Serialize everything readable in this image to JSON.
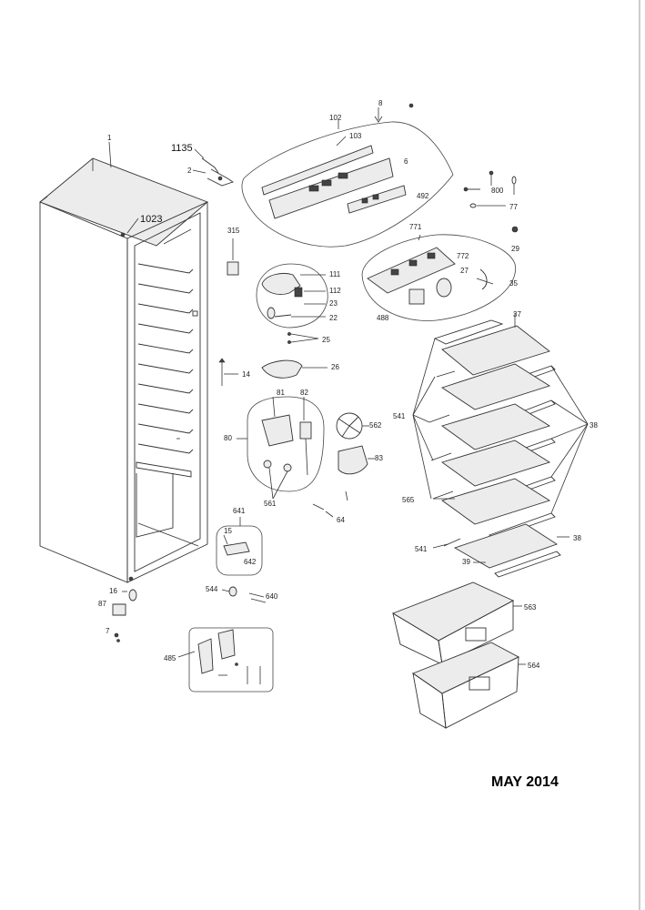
{
  "date_stamp": "MAY 2014",
  "parts": {
    "p1": "1",
    "p1135": "1135",
    "p2": "2",
    "p1023": "1023",
    "p315": "315",
    "p102": "102",
    "p103": "103",
    "p8": "8",
    "p6": "6",
    "p492": "492",
    "p800": "800",
    "p77": "77",
    "p29": "29",
    "p771": "771",
    "p772": "772",
    "p27": "27",
    "p35": "35",
    "p488": "488",
    "p111": "111",
    "p112": "112",
    "p23": "23",
    "p22": "22",
    "p25": "25",
    "p14": "14",
    "p26": "26",
    "p37": "37",
    "p541a": "541",
    "p38a": "38",
    "p81": "81",
    "p82": "82",
    "p80": "80",
    "p562": "562",
    "p83": "83",
    "p561": "561",
    "p64": "64",
    "p565": "565",
    "p641": "641",
    "p15": "15",
    "p642": "642",
    "p541b": "541",
    "p38b": "38",
    "p39": "39",
    "p16": "16",
    "p544": "544",
    "p640": "640",
    "p87": "87",
    "p7": "7",
    "p563": "563",
    "p485": "485",
    "p564": "564"
  }
}
